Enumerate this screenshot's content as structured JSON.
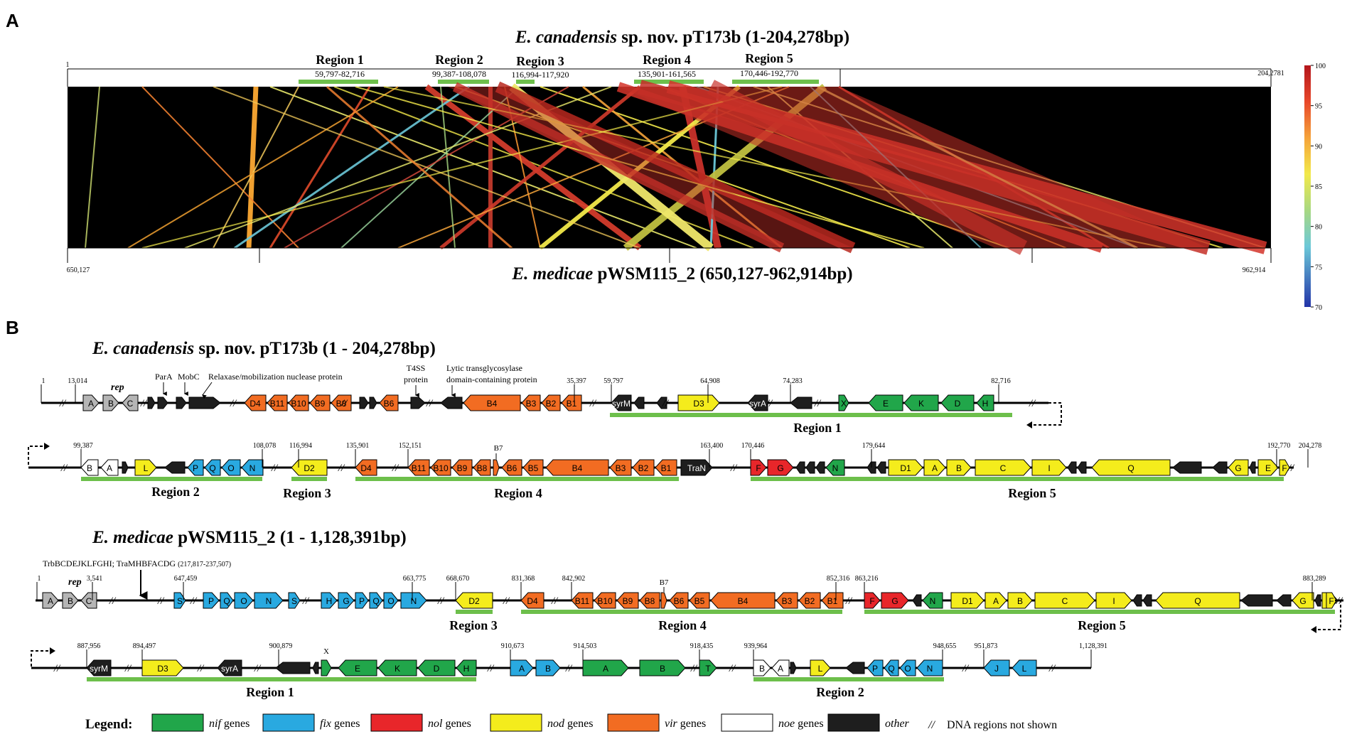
{
  "panel_a": {
    "label": "A",
    "top": {
      "species": "E. canadensis",
      "rest": " sp. nov. pT173b (1-204,278bp)",
      "start": "1",
      "end": "204,2781"
    },
    "bottom": {
      "species": "E. medicae",
      "rest": " pWSM115_2 (650,127-962,914bp)",
      "start": "650,127",
      "end": "962,914"
    },
    "regions": [
      {
        "name": "Region 1",
        "range": "59,797-82,716"
      },
      {
        "name": "Region 2",
        "range": "99,387-108,078"
      },
      {
        "name": "Region 3",
        "range": "116,994-117,920"
      },
      {
        "name": "Region 4",
        "range": "135,901-161,565"
      },
      {
        "name": "Region 5",
        "range": "170,446-192,770"
      }
    ],
    "scale": {
      "ticks": [
        "100",
        "95",
        "90",
        "85",
        "80",
        "75",
        "70"
      ]
    }
  },
  "panel_b": {
    "label": "B",
    "pt_title": {
      "species": "E. canadensis",
      "rest": " sp. nov. pT173b (1 - 204,278bp)"
    },
    "pw_title": {
      "species": "E. medicae",
      "rest": " pWSM115_2 (1 - 1,128,391bp)"
    },
    "pt_row1": {
      "coords": [
        "1",
        "13,014",
        "35,397",
        "59,797",
        "64,908",
        "74,283",
        "82,716"
      ],
      "annotations": [
        "rep",
        "ParA",
        "MobC",
        "Relaxase/mobilization nuclease protein",
        "T4SS",
        "protein",
        "Lytic transglycosylase",
        "domain-containing protein"
      ],
      "genes": [
        "A",
        "B",
        "C",
        "D4",
        "B11",
        "B10",
        "B9",
        "B8",
        "B6",
        "B4",
        "B3",
        "B2",
        "B1",
        "syrM",
        "D3",
        "syrA",
        "X",
        "E",
        "K",
        "D",
        "H"
      ],
      "region": "Region 1"
    },
    "pt_row2": {
      "coords": [
        "99,387",
        "108,078",
        "116,994",
        "135,901",
        "152,151",
        "B7",
        "163,400",
        "170,446",
        "179,644",
        "192,770",
        "204,278"
      ],
      "genes": [
        "B",
        "A",
        "L",
        "P",
        "Q",
        "O",
        "N",
        "D2",
        "D4",
        "B11",
        "B10",
        "B9",
        "B8",
        "B6",
        "B5",
        "B4",
        "B3",
        "B2",
        "B1",
        "TraN",
        "F",
        "G",
        "N",
        "D1",
        "A",
        "B",
        "C",
        "I",
        "Q",
        "G",
        "E",
        "F"
      ],
      "regions": [
        "Region 2",
        "Region 3",
        "Region 4",
        "Region 5"
      ]
    },
    "pw_row1": {
      "trb_label": "TrbBCDEJKLFGHI; TraMHBFACDG",
      "trb_range": "(217,817-237,507)",
      "coords": [
        "1",
        "3,541",
        "647,459",
        "663,775",
        "668,670",
        "831,368",
        "842,902",
        "B7",
        "852,316",
        "863,216",
        "883,289"
      ],
      "genes": [
        "A",
        "B",
        "C",
        "S",
        "P",
        "Q",
        "O",
        "N",
        "S",
        "H",
        "G",
        "P",
        "Q",
        "O",
        "N",
        "D2",
        "D4",
        "B11",
        "B10",
        "B9",
        "B8",
        "B6",
        "B5",
        "B4",
        "B3",
        "B2",
        "B1",
        "F",
        "G",
        "N",
        "D1",
        "A",
        "B",
        "C",
        "I",
        "Q",
        "G",
        "E",
        "F"
      ],
      "regions": [
        "Region 3",
        "Region 4",
        "Region 5"
      ]
    },
    "pw_row2": {
      "coords": [
        "887,956",
        "894,497",
        "900,879",
        "X",
        "910,673",
        "914,503",
        "918,435",
        "939,964",
        "948,655",
        "951,873",
        "1,128,391"
      ],
      "genes": [
        "syrM",
        "D3",
        "syrA",
        "E",
        "K",
        "D",
        "H",
        "A",
        "B",
        "A",
        "B",
        "T",
        "B",
        "A",
        "L",
        "P",
        "Q",
        "O",
        "N",
        "J",
        "L"
      ],
      "regions": [
        "Region 1",
        "Region 2"
      ]
    },
    "legend": {
      "title": "Legend:",
      "items": [
        {
          "em": "nif",
          "label": " genes",
          "color": "#21a64a"
        },
        {
          "em": "fix",
          "label": " genes",
          "color": "#29a9e0"
        },
        {
          "em": "nol",
          "label": " genes",
          "color": "#e8262a"
        },
        {
          "em": "nod",
          "label": " genes",
          "color": "#f4ec1c"
        },
        {
          "em": "vir",
          "label": " genes",
          "color": "#f26c22"
        },
        {
          "em": "noe",
          "label": " genes",
          "color": "#ffffff"
        },
        {
          "em": "other",
          "label": "",
          "color": "#1e1e1e"
        }
      ],
      "note": "DNA regions not shown"
    }
  },
  "colors": {
    "nif": "#21a64a",
    "fix": "#29a9e0",
    "nol": "#e8262a",
    "nod": "#f4ec1c",
    "vir": "#f26c22",
    "noe": "#ffffff",
    "other": "#1e1e1e",
    "grey": "#b5b5b5",
    "region_bar": "#6dbf4b"
  }
}
